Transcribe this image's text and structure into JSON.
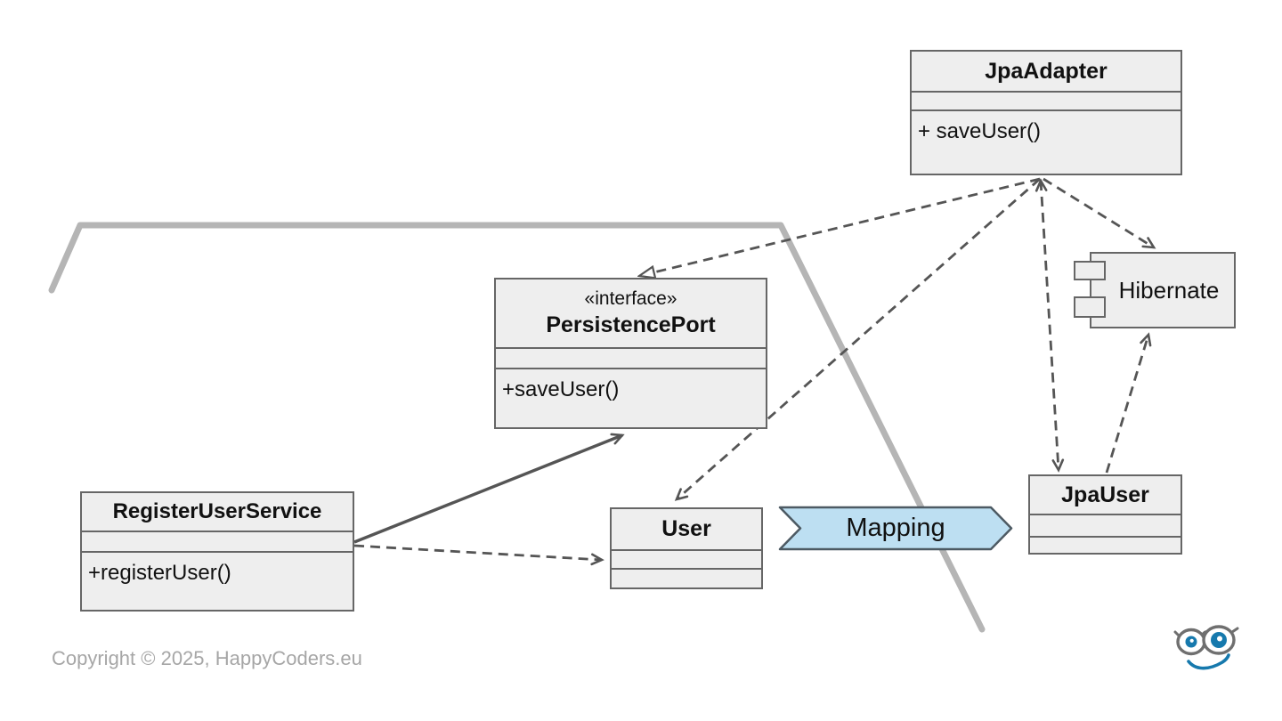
{
  "diagram": {
    "nodes": {
      "jpa_adapter": {
        "title": "JpaAdapter",
        "methods": "+ saveUser()"
      },
      "persistence_port": {
        "stereotype": "«interface»",
        "title": "PersistencePort",
        "methods": "+saveUser()"
      },
      "register_user_service": {
        "title": "RegisterUserService",
        "methods": "+registerUser()"
      },
      "user": {
        "title": "User"
      },
      "jpa_user": {
        "title": "JpaUser"
      },
      "hibernate": {
        "title": "Hibernate"
      }
    },
    "mapping_label": "Mapping",
    "relations": [
      {
        "from": "JpaAdapter",
        "to": "PersistencePort",
        "line": "dashed",
        "arrowhead": "hollow-triangle"
      },
      {
        "from": "JpaAdapter",
        "to": "User",
        "line": "dashed",
        "arrowhead": "open"
      },
      {
        "from": "JpaAdapter",
        "to": "JpaUser",
        "line": "dashed",
        "arrowhead": "open-both-ends"
      },
      {
        "from": "JpaAdapter",
        "to": "Hibernate",
        "line": "dashed",
        "arrowhead": "open"
      },
      {
        "from": "JpaUser",
        "to": "Hibernate",
        "line": "dashed",
        "arrowhead": "open"
      },
      {
        "from": "RegisterUserService",
        "to": "PersistencePort",
        "line": "solid",
        "arrowhead": "open"
      },
      {
        "from": "RegisterUserService",
        "to": "User",
        "line": "dashed",
        "arrowhead": "open"
      }
    ],
    "colors": {
      "node_fill": "#eeeeee",
      "node_border": "#666666",
      "edge": "#555555",
      "hexagon_border": "#b5b5b5",
      "mapping_fill": "#bddff2",
      "mapping_border": "#4d5a63",
      "logo_blue": "#1679ad",
      "logo_frame": "#6f6f6f",
      "copyright_text": "#a6a6a6"
    }
  },
  "footer": {
    "copyright": "Copyright © 2025, HappyCoders.eu"
  }
}
